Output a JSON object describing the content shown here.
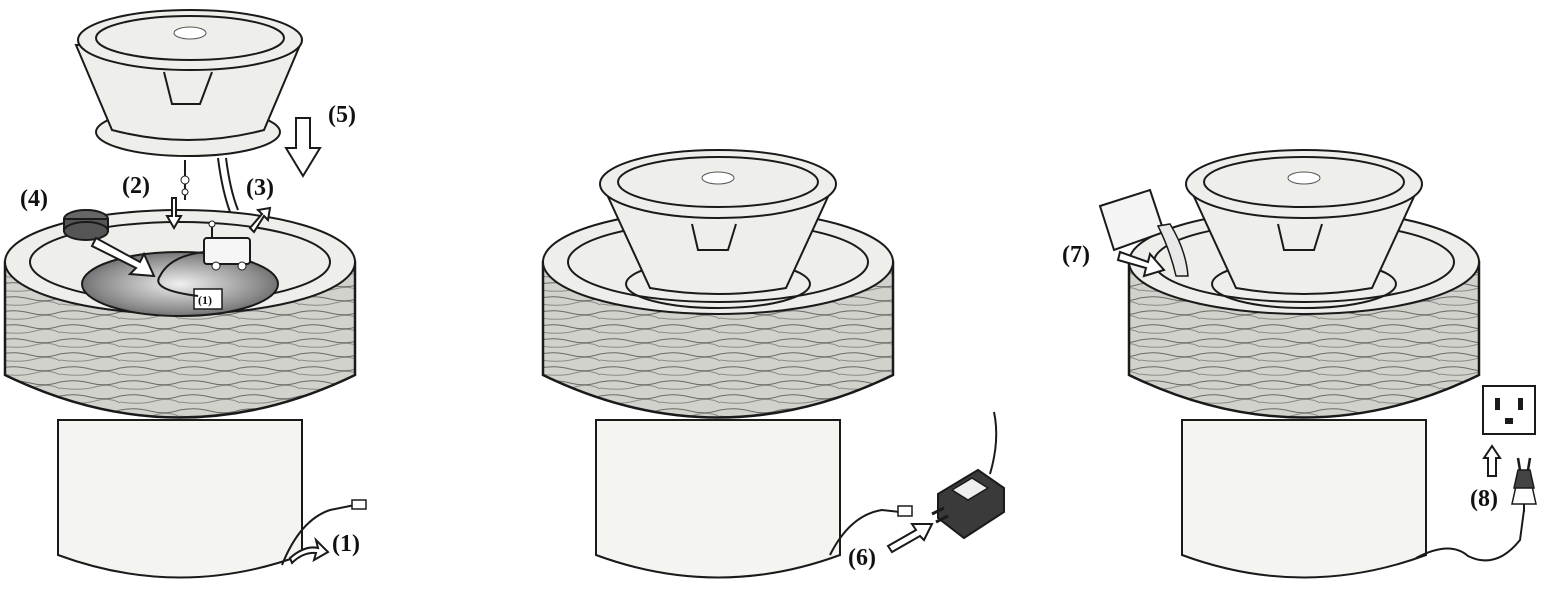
{
  "labels": {
    "step1": "(1)",
    "step1_inner": "(1)",
    "step2": "(2)",
    "step3": "(3)",
    "step4": "(4)",
    "step5": "(5)",
    "step6": "(6)",
    "step7": "(7)",
    "step8": "(8)"
  }
}
